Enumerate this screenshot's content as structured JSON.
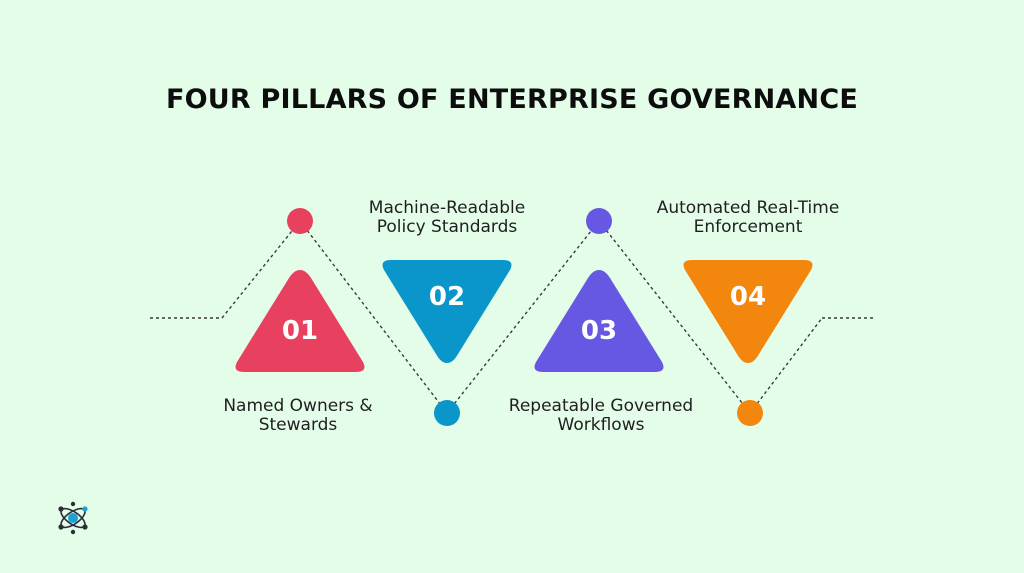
{
  "title": "FOUR PILLARS OF ENTERPRISE GOVERNANCE",
  "pillars": [
    {
      "number": "01",
      "label_line1": "Named Owners &",
      "label_line2": "Stewards",
      "color": "#e8415f"
    },
    {
      "number": "02",
      "label_line1": "Machine-Readable",
      "label_line2": "Policy Standards",
      "color": "#0a96cb"
    },
    {
      "number": "03",
      "label_line1": "Repeatable Governed",
      "label_line2": "Workflows",
      "color": "#6658e3"
    },
    {
      "number": "04",
      "label_line1": "Automated Real-Time",
      "label_line2": "Enforcement",
      "color": "#f3870d"
    }
  ],
  "logo": {
    "icon": "network-atom-logo-icon",
    "colors": [
      "#2b2d3a",
      "#1aa3d6"
    ]
  },
  "connector_color": "#3a3a3a"
}
